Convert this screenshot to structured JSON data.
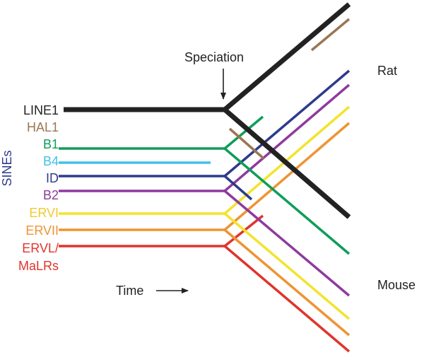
{
  "annotations": {
    "speciation": "Speciation",
    "time": "Time",
    "rat": "Rat",
    "mouse": "Mouse",
    "sines": "SINEs"
  },
  "repeats": [
    {
      "id": "line1",
      "label": "LINE1",
      "color": "#222222"
    },
    {
      "id": "hal1",
      "label": "HAL1",
      "color": "#9b7653"
    },
    {
      "id": "b1",
      "label": "B1",
      "color": "#0f9d58"
    },
    {
      "id": "b4",
      "label": "B4",
      "color": "#42c0e8"
    },
    {
      "id": "id",
      "label": "ID",
      "color": "#2e3a8c"
    },
    {
      "id": "b2",
      "label": "B2",
      "color": "#8e3a9d"
    },
    {
      "id": "ervi",
      "label": "ERVI",
      "color": "#f2e42e"
    },
    {
      "id": "ervii",
      "label": "ERVII",
      "color": "#ee9433"
    },
    {
      "id": "ervl",
      "label": "ERVL/",
      "label2": "MaLRs",
      "color": "#e0342c"
    }
  ],
  "sines_color": "#2e3a8c"
}
